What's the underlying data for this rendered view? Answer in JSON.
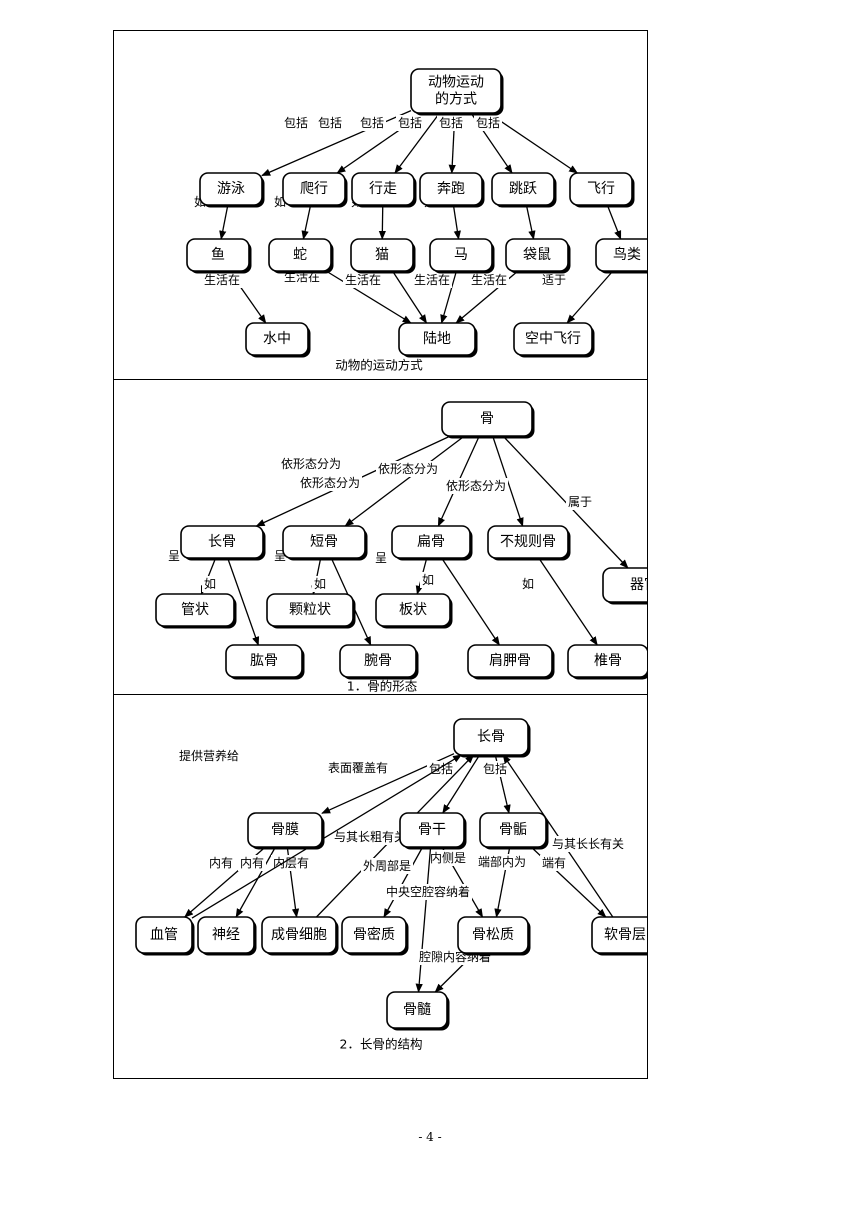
{
  "panels": [
    {
      "id": "p1",
      "caption": "动物的运动方式",
      "nodes": [
        {
          "id": "root",
          "lines": [
            "动物运动",
            "的方式"
          ]
        },
        {
          "id": "swim",
          "lines": [
            "游泳"
          ]
        },
        {
          "id": "crawl",
          "lines": [
            "爬行"
          ]
        },
        {
          "id": "walk",
          "lines": [
            "行走"
          ]
        },
        {
          "id": "run",
          "lines": [
            "奔跑"
          ]
        },
        {
          "id": "jump",
          "lines": [
            "跳跃"
          ]
        },
        {
          "id": "fly",
          "lines": [
            "飞行"
          ]
        },
        {
          "id": "fish",
          "lines": [
            "鱼"
          ]
        },
        {
          "id": "snake",
          "lines": [
            "蛇"
          ]
        },
        {
          "id": "cat",
          "lines": [
            "猫"
          ]
        },
        {
          "id": "horse",
          "lines": [
            "马"
          ]
        },
        {
          "id": "kangaroo",
          "lines": [
            "袋鼠"
          ]
        },
        {
          "id": "bird",
          "lines": [
            "鸟类"
          ]
        },
        {
          "id": "water",
          "lines": [
            "水中"
          ]
        },
        {
          "id": "land",
          "lines": [
            "陆地"
          ]
        },
        {
          "id": "air",
          "lines": [
            "空中飞行"
          ]
        }
      ],
      "edges": [
        {
          "from": "root",
          "to": "swim",
          "label": "包括"
        },
        {
          "from": "root",
          "to": "crawl",
          "label": "包括"
        },
        {
          "from": "root",
          "to": "walk",
          "label": "包括"
        },
        {
          "from": "root",
          "to": "run",
          "label": "包括"
        },
        {
          "from": "root",
          "to": "jump",
          "label": "包括"
        },
        {
          "from": "root",
          "to": "fly",
          "label": "包括"
        },
        {
          "from": "swim",
          "to": "fish",
          "label": "如"
        },
        {
          "from": "crawl",
          "to": "snake",
          "label": "如"
        },
        {
          "from": "walk",
          "to": "cat",
          "label": "如"
        },
        {
          "from": "run",
          "to": "horse",
          "label": "如"
        },
        {
          "from": "jump",
          "to": "kangaroo",
          "label": "如"
        },
        {
          "from": "fly",
          "to": "bird",
          "label": "如"
        },
        {
          "from": "fish",
          "to": "water",
          "label": "生活在"
        },
        {
          "from": "snake",
          "to": "land",
          "label": "生活在"
        },
        {
          "from": "cat",
          "to": "land",
          "label": "生活在"
        },
        {
          "from": "horse",
          "to": "land",
          "label": "生活在"
        },
        {
          "from": "kangaroo",
          "to": "land",
          "label": "生活在"
        },
        {
          "from": "bird",
          "to": "air",
          "label": "适于"
        }
      ]
    },
    {
      "id": "p2",
      "caption": "1．骨的形态",
      "nodes": [
        {
          "id": "bone",
          "lines": [
            "骨"
          ]
        },
        {
          "id": "long",
          "lines": [
            "长骨"
          ]
        },
        {
          "id": "short",
          "lines": [
            "短骨"
          ]
        },
        {
          "id": "flat",
          "lines": [
            "扁骨"
          ]
        },
        {
          "id": "irregular",
          "lines": [
            "不规则骨"
          ]
        },
        {
          "id": "organ",
          "lines": [
            "器官"
          ]
        },
        {
          "id": "tube",
          "lines": [
            "管状"
          ]
        },
        {
          "id": "granule",
          "lines": [
            "颗粒状"
          ]
        },
        {
          "id": "plate",
          "lines": [
            "板状"
          ]
        },
        {
          "id": "humerus",
          "lines": [
            "肱骨"
          ]
        },
        {
          "id": "carpal",
          "lines": [
            "腕骨"
          ]
        },
        {
          "id": "scapula",
          "lines": [
            "肩胛骨"
          ]
        },
        {
          "id": "vertebra",
          "lines": [
            "椎骨"
          ]
        }
      ],
      "edges": [
        {
          "from": "bone",
          "to": "long",
          "label": "依形态分为"
        },
        {
          "from": "bone",
          "to": "short",
          "label": "依形态分为"
        },
        {
          "from": "bone",
          "to": "flat",
          "label": "依形态分为"
        },
        {
          "from": "bone",
          "to": "irregular",
          "label": "依形态分为"
        },
        {
          "from": "bone",
          "to": "organ",
          "label": "属于"
        },
        {
          "from": "long",
          "to": "tube",
          "label": "呈"
        },
        {
          "from": "long",
          "to": "humerus",
          "label": "如"
        },
        {
          "from": "short",
          "to": "granule",
          "label": "呈"
        },
        {
          "from": "short",
          "to": "carpal",
          "label": "如"
        },
        {
          "from": "flat",
          "to": "plate",
          "label": "呈"
        },
        {
          "from": "flat",
          "to": "scapula",
          "label": "如"
        },
        {
          "from": "irregular",
          "to": "vertebra",
          "label": "如"
        }
      ]
    },
    {
      "id": "p3",
      "caption": "2．长骨的结构",
      "nodes": [
        {
          "id": "longbone",
          "lines": [
            "长骨"
          ]
        },
        {
          "id": "periosteum",
          "lines": [
            "骨膜"
          ]
        },
        {
          "id": "shaft",
          "lines": [
            "骨干"
          ]
        },
        {
          "id": "epiphysis",
          "lines": [
            "骨骺"
          ]
        },
        {
          "id": "vessel",
          "lines": [
            "血管"
          ]
        },
        {
          "id": "nerve",
          "lines": [
            "神经"
          ]
        },
        {
          "id": "osteoblast",
          "lines": [
            "成骨细胞"
          ]
        },
        {
          "id": "compact",
          "lines": [
            "骨密质"
          ]
        },
        {
          "id": "spongy",
          "lines": [
            "骨松质"
          ]
        },
        {
          "id": "cartilage",
          "lines": [
            "软骨层"
          ]
        },
        {
          "id": "marrow",
          "lines": [
            "骨髓"
          ]
        }
      ],
      "edges": [
        {
          "from": "longbone",
          "to": "periosteum",
          "label": "表面覆盖有"
        },
        {
          "from": "longbone",
          "to": "shaft",
          "label": "包括"
        },
        {
          "from": "longbone",
          "to": "epiphysis",
          "label": "包括"
        },
        {
          "from": "periosteum",
          "to": "vessel",
          "label": "内有"
        },
        {
          "from": "periosteum",
          "to": "nerve",
          "label": "内有"
        },
        {
          "from": "periosteum",
          "to": "osteoblast",
          "label": "内层有"
        },
        {
          "from": "osteoblast",
          "to": "longbone",
          "label": "与其长粗有关"
        },
        {
          "from": "vessel",
          "to": "longbone",
          "label": "提供营养给"
        },
        {
          "from": "shaft",
          "to": "compact",
          "label": "外周部是"
        },
        {
          "from": "shaft",
          "to": "spongy",
          "label": "内侧是"
        },
        {
          "from": "shaft",
          "to": "marrow",
          "label": "中央空腔容纳着"
        },
        {
          "from": "spongy",
          "to": "marrow",
          "label": "腔隙内容纳着"
        },
        {
          "from": "epiphysis",
          "to": "spongy",
          "label": "端部内为"
        },
        {
          "from": "epiphysis",
          "to": "cartilage",
          "label": "端有"
        },
        {
          "from": "cartilage",
          "to": "longbone",
          "label": "与其长长有关"
        }
      ]
    }
  ],
  "page_number": "- 4 -"
}
